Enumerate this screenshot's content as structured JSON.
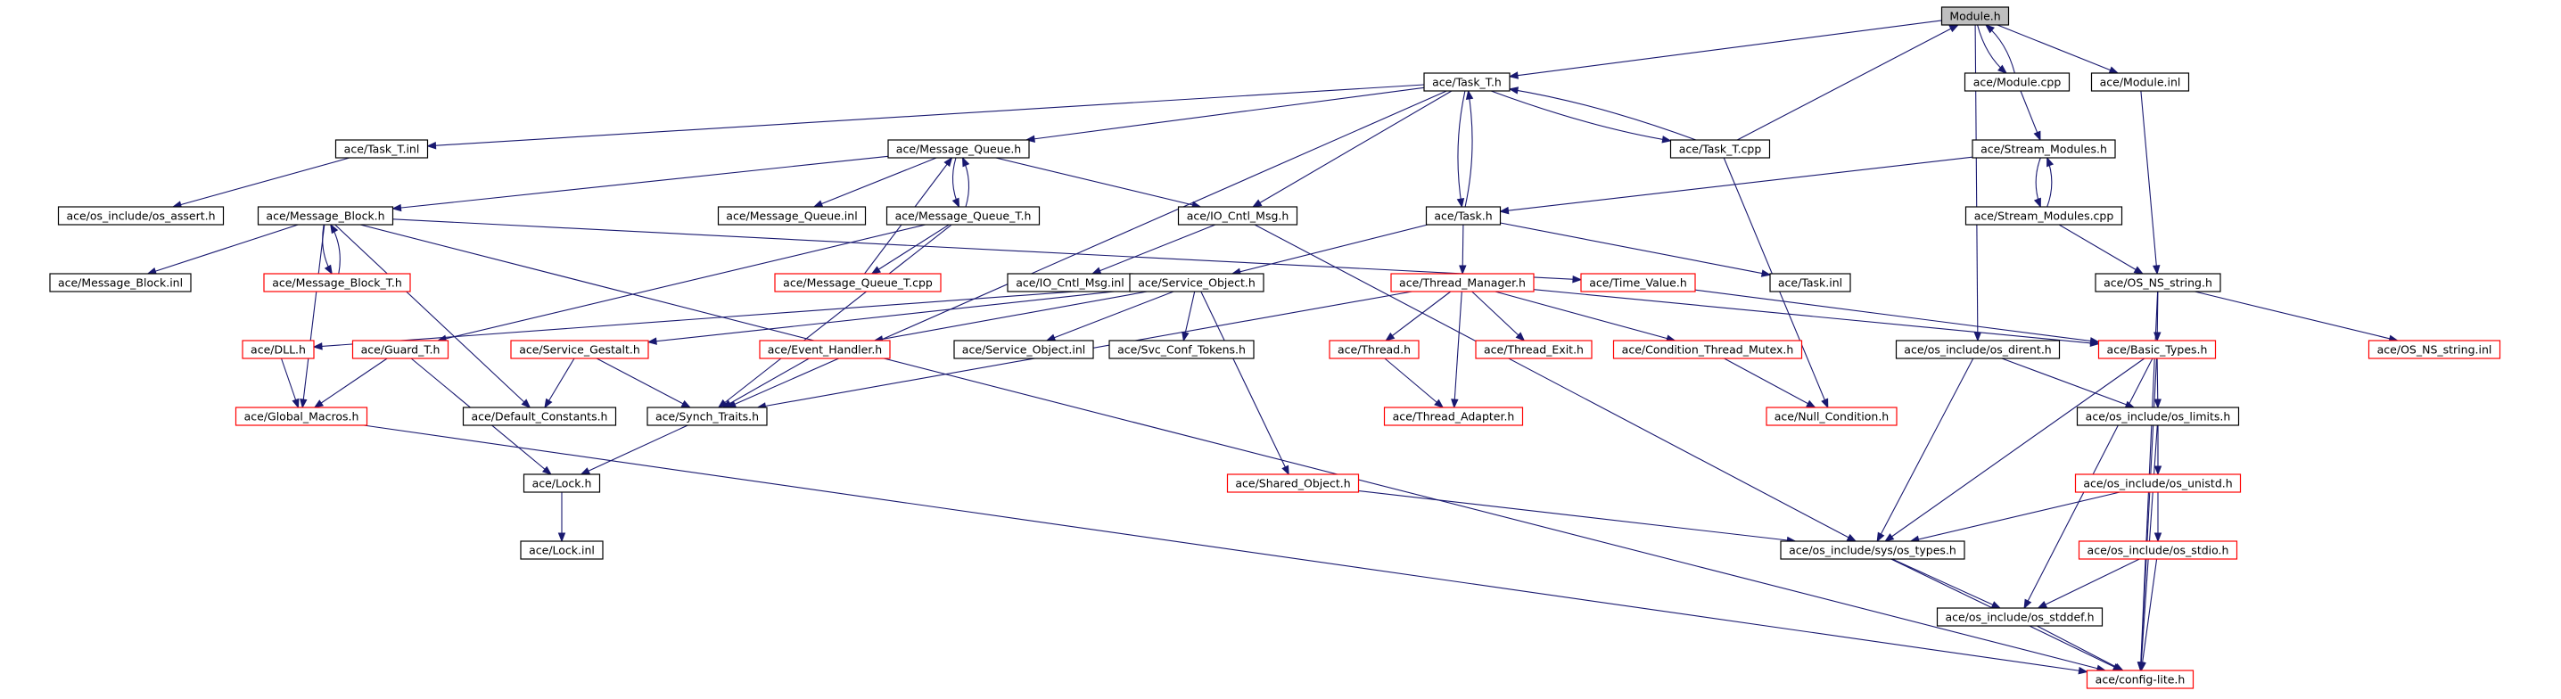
{
  "diagram": {
    "type": "include-dependency-graph",
    "edge_color": "#191970",
    "box_border_normal": "#000000",
    "box_border_missing": "#ff0000",
    "root_fill": "#bfbfbf",
    "nodes": [
      {
        "id": "module_h",
        "label": "Module.h",
        "kind": "root"
      },
      {
        "id": "task_t_h",
        "label": "ace/Task_T.h",
        "kind": "normal"
      },
      {
        "id": "module_cpp",
        "label": "ace/Module.cpp",
        "kind": "normal"
      },
      {
        "id": "module_inl",
        "label": "ace/Module.inl",
        "kind": "normal"
      },
      {
        "id": "task_t_inl",
        "label": "ace/Task_T.inl",
        "kind": "normal"
      },
      {
        "id": "message_queue_h",
        "label": "ace/Message_Queue.h",
        "kind": "normal"
      },
      {
        "id": "task_t_cpp",
        "label": "ace/Task_T.cpp",
        "kind": "normal"
      },
      {
        "id": "stream_modules_h",
        "label": "ace/Stream_Modules.h",
        "kind": "normal"
      },
      {
        "id": "os_assert_h",
        "label": "ace/os_include/os_assert.h",
        "kind": "normal"
      },
      {
        "id": "message_block_h",
        "label": "ace/Message_Block.h",
        "kind": "normal"
      },
      {
        "id": "message_queue_inl",
        "label": "ace/Message_Queue.inl",
        "kind": "normal"
      },
      {
        "id": "message_queue_t_h",
        "label": "ace/Message_Queue_T.h",
        "kind": "normal"
      },
      {
        "id": "io_cntl_msg_h",
        "label": "ace/IO_Cntl_Msg.h",
        "kind": "normal"
      },
      {
        "id": "task_h",
        "label": "ace/Task.h",
        "kind": "normal"
      },
      {
        "id": "stream_modules_cpp",
        "label": "ace/Stream_Modules.cpp",
        "kind": "normal"
      },
      {
        "id": "message_block_inl",
        "label": "ace/Message_Block.inl",
        "kind": "normal"
      },
      {
        "id": "message_block_t_h",
        "label": "ace/Message_Block_T.h",
        "kind": "missing"
      },
      {
        "id": "message_queue_t_cpp",
        "label": "ace/Message_Queue_T.cpp",
        "kind": "missing"
      },
      {
        "id": "io_cntl_msg_inl",
        "label": "ace/IO_Cntl_Msg.inl",
        "kind": "normal"
      },
      {
        "id": "service_object_h",
        "label": "ace/Service_Object.h",
        "kind": "normal"
      },
      {
        "id": "thread_manager_h",
        "label": "ace/Thread_Manager.h",
        "kind": "missing"
      },
      {
        "id": "time_value_h",
        "label": "ace/Time_Value.h",
        "kind": "missing"
      },
      {
        "id": "task_inl",
        "label": "ace/Task.inl",
        "kind": "normal"
      },
      {
        "id": "os_ns_string_h",
        "label": "ace/OS_NS_string.h",
        "kind": "normal"
      },
      {
        "id": "dll_h",
        "label": "ace/DLL.h",
        "kind": "missing"
      },
      {
        "id": "guard_t_h",
        "label": "ace/Guard_T.h",
        "kind": "missing"
      },
      {
        "id": "service_gestalt_h",
        "label": "ace/Service_Gestalt.h",
        "kind": "missing"
      },
      {
        "id": "event_handler_h",
        "label": "ace/Event_Handler.h",
        "kind": "missing"
      },
      {
        "id": "service_object_inl",
        "label": "ace/Service_Object.inl",
        "kind": "normal"
      },
      {
        "id": "svc_conf_tokens_h",
        "label": "ace/Svc_Conf_Tokens.h",
        "kind": "normal"
      },
      {
        "id": "thread_h",
        "label": "ace/Thread.h",
        "kind": "missing"
      },
      {
        "id": "thread_exit_h",
        "label": "ace/Thread_Exit.h",
        "kind": "missing"
      },
      {
        "id": "condition_thread_mutex_h",
        "label": "ace/Condition_Thread_Mutex.h",
        "kind": "missing"
      },
      {
        "id": "os_dirent_h",
        "label": "ace/os_include/os_dirent.h",
        "kind": "normal"
      },
      {
        "id": "basic_types_h",
        "label": "ace/Basic_Types.h",
        "kind": "missing"
      },
      {
        "id": "os_ns_string_inl",
        "label": "ace/OS_NS_string.inl",
        "kind": "missing"
      },
      {
        "id": "global_macros_h",
        "label": "ace/Global_Macros.h",
        "kind": "missing"
      },
      {
        "id": "default_constants_h",
        "label": "ace/Default_Constants.h",
        "kind": "normal"
      },
      {
        "id": "synch_traits_h",
        "label": "ace/Synch_Traits.h",
        "kind": "normal"
      },
      {
        "id": "thread_adapter_h",
        "label": "ace/Thread_Adapter.h",
        "kind": "missing"
      },
      {
        "id": "null_condition_h",
        "label": "ace/Null_Condition.h",
        "kind": "missing"
      },
      {
        "id": "os_limits_h",
        "label": "ace/os_include/os_limits.h",
        "kind": "normal"
      },
      {
        "id": "lock_h",
        "label": "ace/Lock.h",
        "kind": "normal"
      },
      {
        "id": "shared_object_h",
        "label": "ace/Shared_Object.h",
        "kind": "missing"
      },
      {
        "id": "os_unistd_h",
        "label": "ace/os_include/os_unistd.h",
        "kind": "missing"
      },
      {
        "id": "lock_inl",
        "label": "ace/Lock.inl",
        "kind": "normal"
      },
      {
        "id": "sys_os_types_h",
        "label": "ace/os_include/sys/os_types.h",
        "kind": "normal"
      },
      {
        "id": "os_stdio_h",
        "label": "ace/os_include/os_stdio.h",
        "kind": "missing"
      },
      {
        "id": "os_stddef_h",
        "label": "ace/os_include/os_stddef.h",
        "kind": "normal"
      },
      {
        "id": "config_lite_h",
        "label": "ace/config-lite.h",
        "kind": "missing"
      }
    ],
    "edges": [
      {
        "from": "module_h",
        "to": "task_t_h"
      },
      {
        "from": "module_h",
        "to": "module_cpp"
      },
      {
        "from": "module_h",
        "to": "module_inl"
      },
      {
        "from": "module_h",
        "to": "os_dirent_h"
      },
      {
        "from": "module_cpp",
        "to": "module_h"
      },
      {
        "from": "module_cpp",
        "to": "stream_modules_h"
      },
      {
        "from": "module_inl",
        "to": "os_ns_string_h"
      },
      {
        "from": "task_t_h",
        "to": "task_t_inl"
      },
      {
        "from": "task_t_h",
        "to": "message_queue_h"
      },
      {
        "from": "task_t_h",
        "to": "task_t_cpp"
      },
      {
        "from": "task_t_h",
        "to": "task_h"
      },
      {
        "from": "task_t_h",
        "to": "io_cntl_msg_h"
      },
      {
        "from": "task_t_h",
        "to": "synch_traits_h"
      },
      {
        "from": "task_t_cpp",
        "to": "task_t_h"
      },
      {
        "from": "task_t_cpp",
        "to": "module_h"
      },
      {
        "from": "task_t_cpp",
        "to": "null_condition_h"
      },
      {
        "from": "task_t_inl",
        "to": "os_assert_h"
      },
      {
        "from": "message_queue_h",
        "to": "message_block_h"
      },
      {
        "from": "message_queue_h",
        "to": "message_queue_inl"
      },
      {
        "from": "message_queue_h",
        "to": "message_queue_t_h"
      },
      {
        "from": "message_queue_h",
        "to": "io_cntl_msg_h"
      },
      {
        "from": "message_queue_t_h",
        "to": "message_queue_h"
      },
      {
        "from": "message_queue_t_h",
        "to": "message_queue_t_cpp"
      },
      {
        "from": "message_queue_t_h",
        "to": "synch_traits_h"
      },
      {
        "from": "message_queue_t_h",
        "to": "guard_t_h"
      },
      {
        "from": "message_queue_t_cpp",
        "to": "message_queue_h"
      },
      {
        "from": "message_block_h",
        "to": "message_block_inl"
      },
      {
        "from": "message_block_h",
        "to": "message_block_t_h"
      },
      {
        "from": "message_block_h",
        "to": "global_macros_h"
      },
      {
        "from": "message_block_h",
        "to": "default_constants_h"
      },
      {
        "from": "message_block_h",
        "to": "time_value_h"
      },
      {
        "from": "message_block_h",
        "to": "config_lite_h"
      },
      {
        "from": "message_block_t_h",
        "to": "message_block_h"
      },
      {
        "from": "io_cntl_msg_h",
        "to": "io_cntl_msg_inl"
      },
      {
        "from": "io_cntl_msg_h",
        "to": "sys_os_types_h"
      },
      {
        "from": "task_h",
        "to": "task_t_h"
      },
      {
        "from": "task_h",
        "to": "service_object_h"
      },
      {
        "from": "task_h",
        "to": "thread_manager_h"
      },
      {
        "from": "task_h",
        "to": "task_inl"
      },
      {
        "from": "stream_modules_h",
        "to": "task_h"
      },
      {
        "from": "stream_modules_h",
        "to": "stream_modules_cpp"
      },
      {
        "from": "stream_modules_cpp",
        "to": "stream_modules_h"
      },
      {
        "from": "stream_modules_cpp",
        "to": "os_ns_string_h"
      },
      {
        "from": "service_object_h",
        "to": "dll_h"
      },
      {
        "from": "service_object_h",
        "to": "service_gestalt_h"
      },
      {
        "from": "service_object_h",
        "to": "event_handler_h"
      },
      {
        "from": "service_object_h",
        "to": "service_object_inl"
      },
      {
        "from": "service_object_h",
        "to": "svc_conf_tokens_h"
      },
      {
        "from": "service_object_h",
        "to": "shared_object_h"
      },
      {
        "from": "thread_manager_h",
        "to": "thread_h"
      },
      {
        "from": "thread_manager_h",
        "to": "thread_exit_h"
      },
      {
        "from": "thread_manager_h",
        "to": "condition_thread_mutex_h"
      },
      {
        "from": "thread_manager_h",
        "to": "thread_adapter_h"
      },
      {
        "from": "thread_manager_h",
        "to": "synch_traits_h"
      },
      {
        "from": "thread_manager_h",
        "to": "basic_types_h"
      },
      {
        "from": "time_value_h",
        "to": "basic_types_h"
      },
      {
        "from": "dll_h",
        "to": "global_macros_h"
      },
      {
        "from": "guard_t_h",
        "to": "global_macros_h"
      },
      {
        "from": "guard_t_h",
        "to": "lock_h"
      },
      {
        "from": "service_gestalt_h",
        "to": "default_constants_h"
      },
      {
        "from": "service_gestalt_h",
        "to": "synch_traits_h"
      },
      {
        "from": "event_handler_h",
        "to": "synch_traits_h"
      },
      {
        "from": "thread_h",
        "to": "thread_adapter_h"
      },
      {
        "from": "condition_thread_mutex_h",
        "to": "null_condition_h"
      },
      {
        "from": "synch_traits_h",
        "to": "lock_h"
      },
      {
        "from": "lock_h",
        "to": "lock_inl"
      },
      {
        "from": "global_macros_h",
        "to": "config_lite_h"
      },
      {
        "from": "shared_object_h",
        "to": "sys_os_types_h"
      },
      {
        "from": "os_ns_string_h",
        "to": "basic_types_h"
      },
      {
        "from": "os_ns_string_h",
        "to": "os_ns_string_inl"
      },
      {
        "from": "os_ns_string_h",
        "to": "config_lite_h"
      },
      {
        "from": "os_dirent_h",
        "to": "os_limits_h"
      },
      {
        "from": "os_dirent_h",
        "to": "sys_os_types_h"
      },
      {
        "from": "basic_types_h",
        "to": "os_limits_h"
      },
      {
        "from": "basic_types_h",
        "to": "sys_os_types_h"
      },
      {
        "from": "basic_types_h",
        "to": "os_stddef_h"
      },
      {
        "from": "basic_types_h",
        "to": "config_lite_h"
      },
      {
        "from": "os_limits_h",
        "to": "os_unistd_h"
      },
      {
        "from": "os_limits_h",
        "to": "os_stdio_h"
      },
      {
        "from": "os_limits_h",
        "to": "config_lite_h"
      },
      {
        "from": "os_unistd_h",
        "to": "sys_os_types_h"
      },
      {
        "from": "os_stdio_h",
        "to": "os_stddef_h"
      },
      {
        "from": "os_stdio_h",
        "to": "config_lite_h"
      },
      {
        "from": "sys_os_types_h",
        "to": "os_stddef_h"
      },
      {
        "from": "sys_os_types_h",
        "to": "config_lite_h"
      },
      {
        "from": "os_stddef_h",
        "to": "config_lite_h"
      }
    ]
  }
}
